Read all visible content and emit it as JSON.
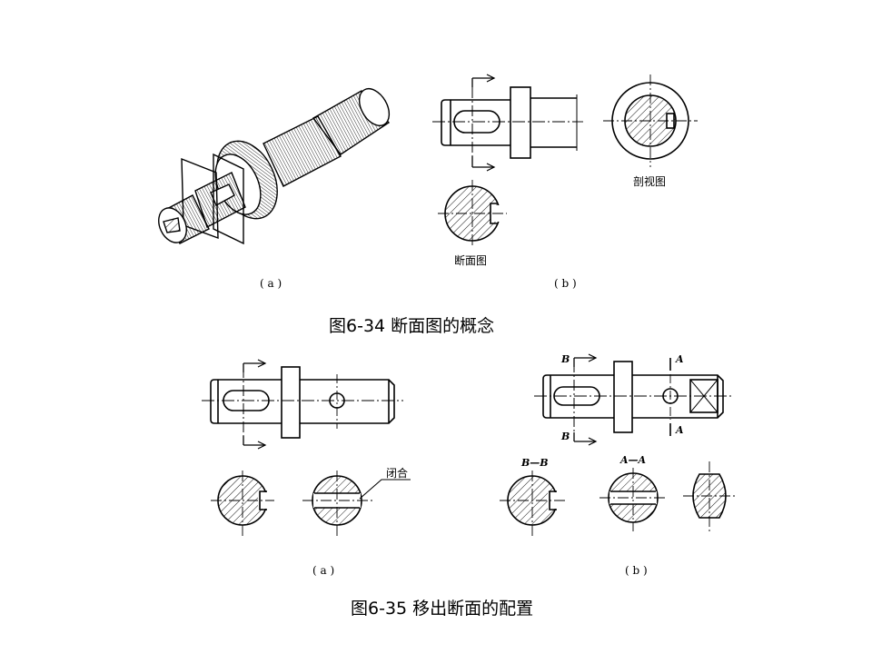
{
  "figure_6_34": {
    "caption": "图6-34  断面图的概念",
    "sub_a": "( a )",
    "sub_b": "( b )",
    "label_section_view": "剖视图",
    "label_cross_section": "断面图"
  },
  "figure_6_35": {
    "caption": "图6-35  移出断面的配置",
    "sub_a": "( a )",
    "sub_b": "( b )",
    "label_closed": "闭合",
    "mark_B_top": "B",
    "mark_B_bottom": "B",
    "mark_A_top": "A",
    "mark_A_bottom": "A",
    "section_BB": "B—B",
    "section_AA": "A—A"
  }
}
